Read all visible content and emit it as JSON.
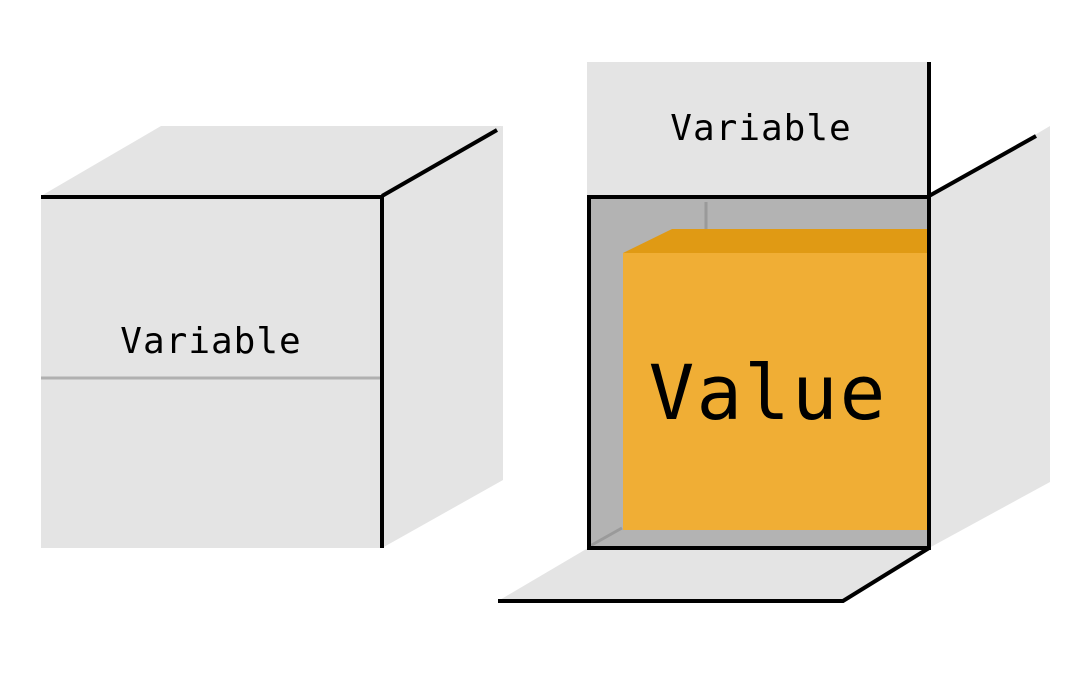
{
  "closed_box": {
    "label": "Variable"
  },
  "open_box": {
    "lid_label": "Variable",
    "content_label": "Value"
  },
  "colors": {
    "box_face": "#e4e4e4",
    "box_interior": "#b3b3b3",
    "outline": "#000000",
    "tape_line": "#b0b0b0",
    "value_front": "#f0ae35",
    "value_top": "#e09a14",
    "text": "#000000"
  }
}
